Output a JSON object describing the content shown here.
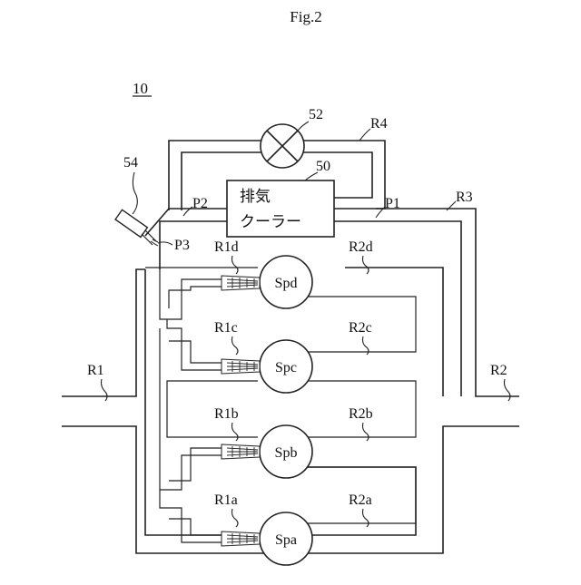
{
  "figure": {
    "title": "Fig.2",
    "ref": "10"
  },
  "labels": {
    "valve": "52",
    "r4": "R4",
    "cooler_ref": "50",
    "nozzle_ref": "54",
    "p1": "P1",
    "p2": "P2",
    "p3": "P3",
    "r3": "R3",
    "r1": "R1",
    "r2": "R2"
  },
  "cooler": {
    "line1": "排気",
    "line2": "クーラー"
  },
  "cylinders": [
    {
      "name": "Spd",
      "in": "R1d",
      "out": "R2d"
    },
    {
      "name": "Spc",
      "in": "R1c",
      "out": "R2c"
    },
    {
      "name": "Spb",
      "in": "R1b",
      "out": "R2b"
    },
    {
      "name": "Spa",
      "in": "R1a",
      "out": "R2a"
    }
  ]
}
